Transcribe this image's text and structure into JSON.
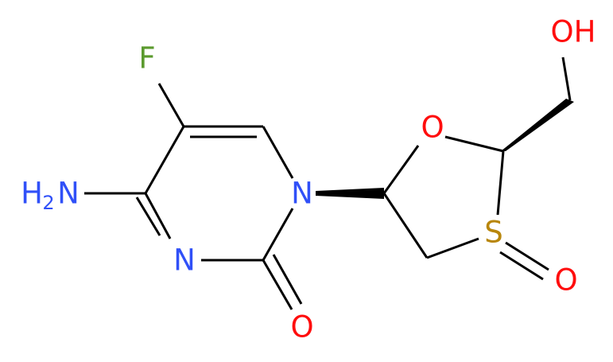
{
  "atoms": {
    "F": {
      "text": "F",
      "color": "#5b9a2e"
    },
    "NH2": {
      "main": "H",
      "sub": "2",
      "n": "N",
      "color": "#3050f8"
    },
    "N3": {
      "text": "N",
      "color": "#3050f8"
    },
    "N1": {
      "text": "N",
      "color": "#3050f8"
    },
    "O_carbonyl": {
      "text": "O",
      "color": "#ff0d0d"
    },
    "O_ring": {
      "text": "O",
      "color": "#ff0d0d"
    },
    "S": {
      "text": "S",
      "color": "#b8860b"
    },
    "O_sulfoxide": {
      "text": "O",
      "color": "#ff0d0d"
    },
    "OH": {
      "text": "OH",
      "color": "#ff0d0d"
    }
  }
}
